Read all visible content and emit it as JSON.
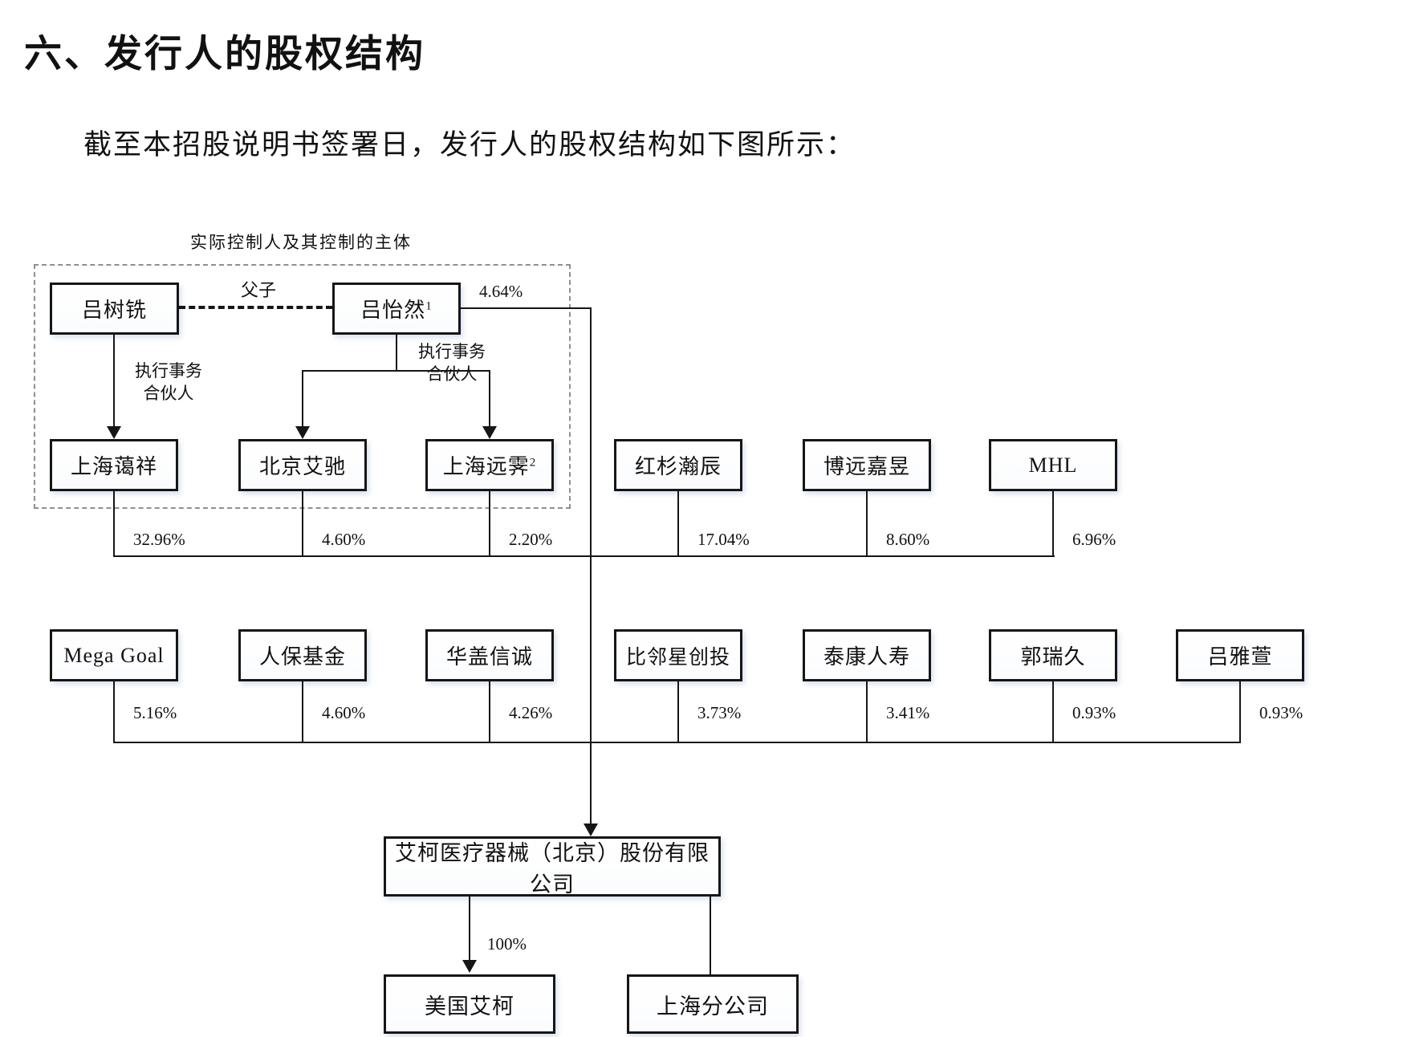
{
  "document": {
    "heading": "六、发行人的股权结构",
    "intro": "截至本招股说明书签署日，发行人的股权结构如下图所示："
  },
  "diagram": {
    "controller_group_label": "实际控制人及其控制的主体",
    "relationship_label": "父子",
    "exec_partner_line1": "执行事务",
    "exec_partner_line2": "合伙人",
    "direct_holding_pct": "4.64%",
    "controllers": [
      {
        "name": "吕树铣",
        "sup": ""
      },
      {
        "name": "吕怡然",
        "sup": "1"
      }
    ],
    "shareholders_row1": [
      {
        "name": "上海蔼祥",
        "sup": "",
        "pct": "32.96%"
      },
      {
        "name": "北京艾驰",
        "sup": "",
        "pct": "4.60%"
      },
      {
        "name": "上海远霁",
        "sup": "2",
        "pct": "2.20%"
      },
      {
        "name": "红杉瀚辰",
        "sup": "",
        "pct": "17.04%"
      },
      {
        "name": "博远嘉昱",
        "sup": "",
        "pct": "8.60%"
      },
      {
        "name": "MHL",
        "sup": "",
        "pct": "6.96%"
      }
    ],
    "shareholders_row2": [
      {
        "name": "Mega Goal",
        "pct": "5.16%"
      },
      {
        "name": "人保基金",
        "pct": "4.60%"
      },
      {
        "name": "华盖信诚",
        "pct": "4.26%"
      },
      {
        "name": "比邻星创投",
        "pct": "3.73%"
      },
      {
        "name": "泰康人寿",
        "pct": "3.41%"
      },
      {
        "name": "郭瑞久",
        "pct": "0.93%"
      },
      {
        "name": "吕雅萱",
        "pct": "0.93%"
      }
    ],
    "company": {
      "name": "艾柯医疗器械（北京）股份有限公司"
    },
    "subsidiaries": [
      {
        "name": "美国艾柯",
        "pct": "100%"
      },
      {
        "name": "上海分公司",
        "pct": ""
      }
    ]
  }
}
